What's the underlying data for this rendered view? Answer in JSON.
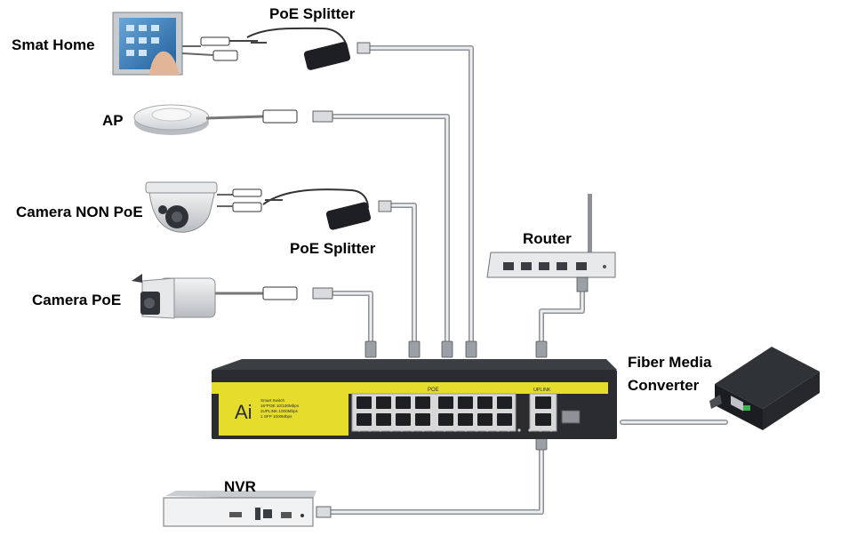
{
  "labels": {
    "smart_home": "Smat Home",
    "poe_splitter_top": "PoE Splitter",
    "ap": "AP",
    "camera_non_poe": "Camera NON PoE",
    "poe_splitter_mid": "PoE Splitter",
    "camera_poe": "Camera PoE",
    "router": "Router",
    "fiber_line1": "Fiber Media",
    "fiber_line2": "Converter",
    "nvr": "NVR"
  },
  "switch": {
    "logo": "Ai",
    "spec_lines": [
      "Smart Switch",
      "16*POE 10/100Mbps",
      "2UPLINK 1000Mbps",
      "1 SFP 1000Mbps"
    ],
    "poe_group_label": "POE",
    "uplink_group_label": "UPLINK"
  },
  "colors": {
    "switch_body": "#2a2c30",
    "switch_accent": "#e6dc2c",
    "cable": "#c9ccd0",
    "port": "#1e1f22"
  }
}
